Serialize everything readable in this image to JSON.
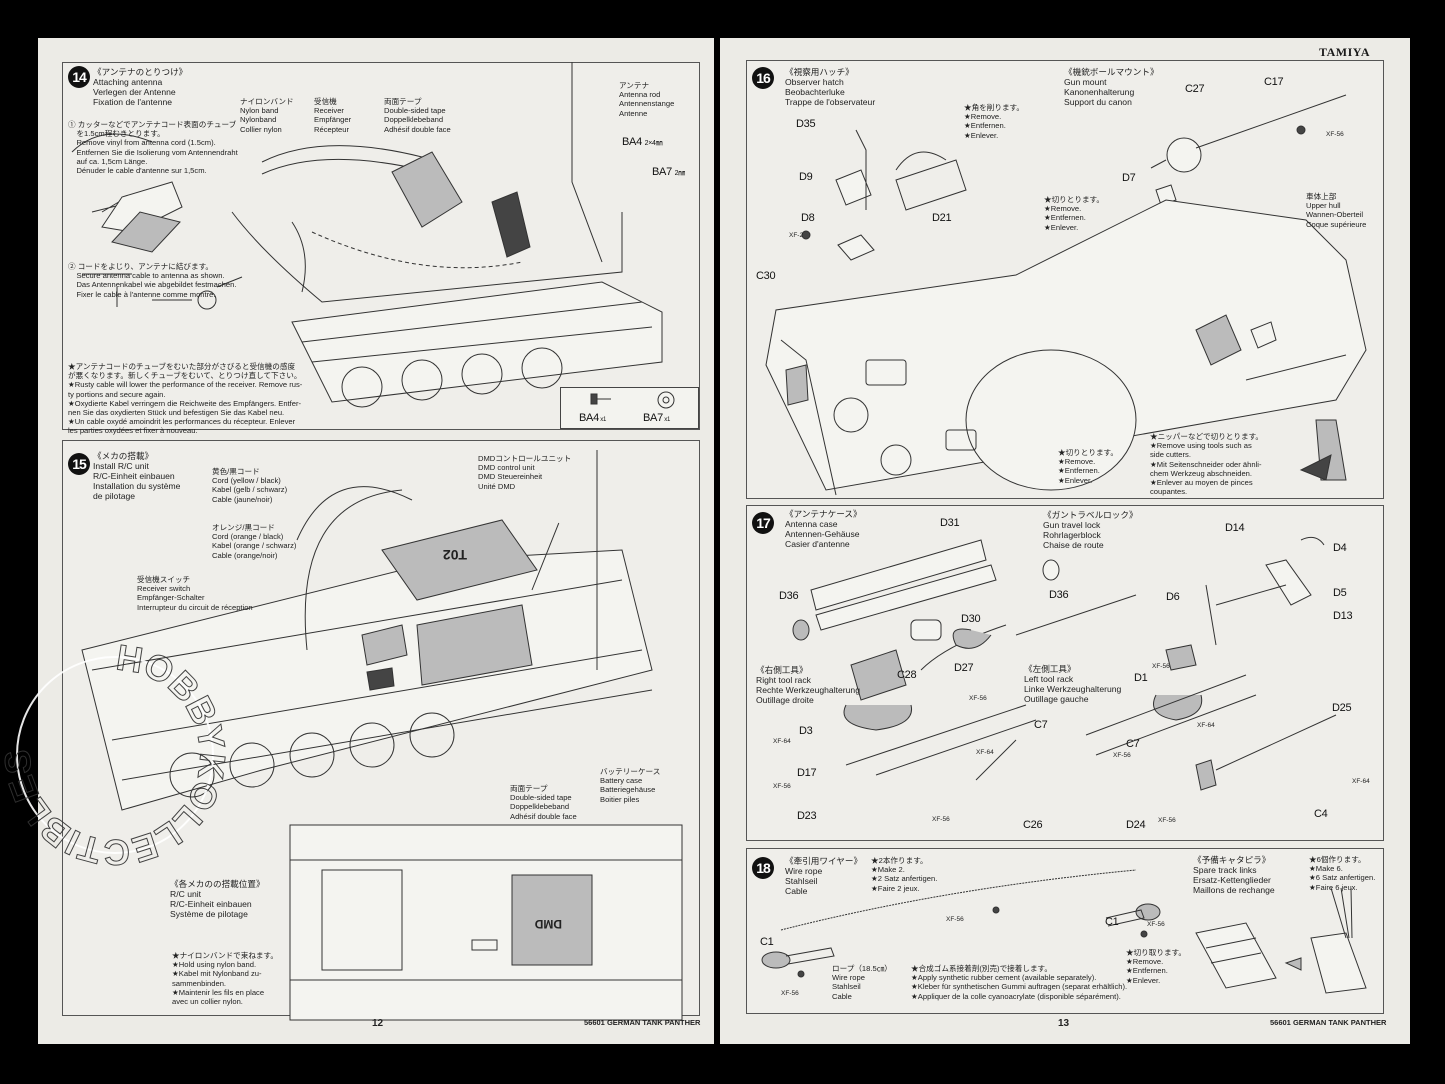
{
  "brand": "TAMIYA",
  "left_page": {
    "page_number": "12",
    "footer": "56601 GERMAN TANK PANTHER"
  },
  "right_page": {
    "page_number": "13",
    "footer": "56601 GERMAN TANK PANTHER"
  },
  "watermark": "HOBBYKOLLECTIBLES",
  "step14": {
    "number": "14",
    "title": "《アンテナのとりつけ》\nAttaching antenna\nVerlegen der Antenne\nFixation de l'antenne",
    "note1": "① カッターなどでアンテナコード表面のチューブ\n    を1.5cm程むきとります。\n    Remove vinyl from antenna cord (1.5cm).\n    Entfernen Sie die Isolierung vom Antennendraht\n    auf ca. 1,5cm Länge.\n    Dénuder le cable d'antenne sur 1,5cm.",
    "note2": "② コードをよじり、アンテナに結びます。\n    Secure antenna cable to antenna as shown.\n    Das Antennenkabel wie abgebildet festmachen.\n    Fixer le cable à l'antenne comme montré.",
    "warning": "★アンテナコードのチューブをむいた部分がさびると受信機の感度\nが悪くなります。新しくチューブをむいて、とりつけ直して下さい。\n★Rusty cable will lower the performance of the receiver. Remove rus-\nty portions and secure again.\n★Oxydierte Kabel verringern die Reichweite des Empfängers. Entfer-\nnen Sie das oxydierten Stück und befestigen Sie das Kabel neu.\n★Un cable oxydé amoindrit les performances du récepteur. Enlever\nles parties oxydées et fixer à nouveau.",
    "labels": {
      "nylon_band": "ナイロンバンド\nNylon band\nNylonband\nCollier nylon",
      "receiver": "受信機\nReceiver\nEmpfänger\nRécepteur",
      "tape": "両面テープ\nDouble-sided tape\nDoppelklebeband\nAdhésif double face",
      "antenna": "アンテナ\nAntenna rod\nAntennenstange\nAntenne",
      "ba4": "BA4",
      "ba4_size": "2×4㎜",
      "ba7": "BA7",
      "ba7_size": "2㎜"
    },
    "parts": [
      {
        "name": "BA4",
        "qty": "x1"
      },
      {
        "name": "BA7",
        "qty": "x1"
      }
    ]
  },
  "step15": {
    "number": "15",
    "title": "《メカの搭載》\nInstall R/C unit\nR/C-Einheit einbauen\nInstallation du système\nde pilotage",
    "labels": {
      "cord_yellow": "黄色/黒コード\nCord (yellow / black)\nKabel (gelb / schwarz)\nCable (jaune/noir)",
      "cord_orange": "オレンジ/黒コード\nCord (orange / black)\nKabel (orange / schwarz)\nCable (orange/noir)",
      "dmd": "DMDコントロールユニット\nDMD control unit\nDMD Steuereinheit\nUnité DMD",
      "receiver_switch": "受信機スイッチ\nReceiver switch\nEmpfänger-Schalter\nInterrupteur du circuit de réception",
      "tape": "両面テープ\nDouble-sided tape\nDoppelklebeband\nAdhésif double face",
      "battery": "バッテリーケース\nBattery case\nBatteriegehäuse\nBoitier piles",
      "rc_unit": "《各メカのの搭載位置》\nR/C unit\nR/C-Einheit einbauen\nSystème de pilotage",
      "nylon_note": "★ナイロンバンドで束ねます。\n★Hold using nylon band.\n★Kabel mit Nylonband zu-\nsammenbinden.\n★Maintenir les fils en place\navec un collier nylon.",
      "unit_text": "T02",
      "unit_brand": "DMD"
    }
  },
  "step16": {
    "number": "16",
    "title": "《視察用ハッチ》\nObserver hatch\nBeobachterluke\nTrappe de l'observateur",
    "gun_mount": "《機銃ボールマウント》\nGun mount\nKanonenhalterung\nSupport du canon",
    "remove_corner": "★角を削ります。\n★Remove.\n★Entfernen.\n★Enlever.",
    "remove1": "★切りとります。\n★Remove.\n★Entfernen.\n★Enlever.",
    "remove2": "★切りとります。\n★Remove.\n★Entfernen.\n★Enlever.",
    "cutters": "★ニッパーなどで切りとります。\n★Remove using tools such as\nside cutters.\n★Mit Seitenschneider oder ähnli-\nchem Werkzeug abschneiden.\n★Enlever au moyen de pinces\ncoupantes.",
    "upper_hull": "車体上部\nUpper hull\nWannen-Oberteil\nCoque supérieure",
    "parts": {
      "d35": "D35",
      "d9": "D9",
      "d8": "D8",
      "d21": "D21",
      "c27": "C27",
      "c17": "C17",
      "d7": "D7",
      "c30": "C30"
    },
    "paints": {
      "xf2": "XF-2",
      "xf56": "XF-56"
    }
  },
  "step17": {
    "number": "17",
    "title": "《アンテナケース》\nAntenna case\nAntennen-Gehäuse\nCasier d'antenne",
    "travel_lock": "《ガントラベルロック》\nGun travel lock\nRohrlagerblock\nChaise de route",
    "right_rack": "《右側工具》\nRight tool rack\nRechte Werkzeughalterung\nOutillage droite",
    "left_rack": "《左側工具》\nLeft tool rack\nLinke Werkzeughalterung\nOutillage gauche",
    "parts": {
      "d31": "D31",
      "d36": "D36",
      "d30": "D30",
      "d14": "D14",
      "d4": "D4",
      "d5": "D5",
      "d6": "D6",
      "d13": "D13",
      "c28": "C28",
      "d27": "D27",
      "c7": "C7",
      "d3": "D3",
      "d17": "D17",
      "d23": "D23",
      "c26": "C26",
      "d1": "D1",
      "d25": "D25",
      "d24": "D24",
      "c4": "C4"
    },
    "paints": {
      "xf56": "XF-56",
      "xf64": "XF-64"
    }
  },
  "step18": {
    "number": "18",
    "title": "《牽引用ワイヤー》\nWire rope\nStahlseil\nCable",
    "make2": "★2本作ります。\n★Make 2.\n★2 Satz anfertigen.\n★Faire 2 jeux.",
    "spare_tracks": "《予備キャタピラ》\nSpare track links\nErsatz-Kettenglieder\nMaillons de rechange",
    "make6": "★6個作ります。\n★Make 6.\n★6 Satz anfertigen.\n★Faire 6 jeux.",
    "rope": "ロープ（18.5㎝）\nWire rope\nStahlseil\nCable",
    "cement": "★合成ゴム系接着剤(別売)で接着します。\n★Apply synthetic rubber cement (available separately).\n★Kleber für synthetischen Gummi auftragen (separat erhältlich).\n★Appliquer de la colle cyanoacrylate (disponible séparément).",
    "remove": "★切り取ります。\n★Remove.\n★Entfernen.\n★Enlever.",
    "parts": {
      "c1": "C1"
    },
    "paints": {
      "xf56": "XF-56"
    }
  }
}
